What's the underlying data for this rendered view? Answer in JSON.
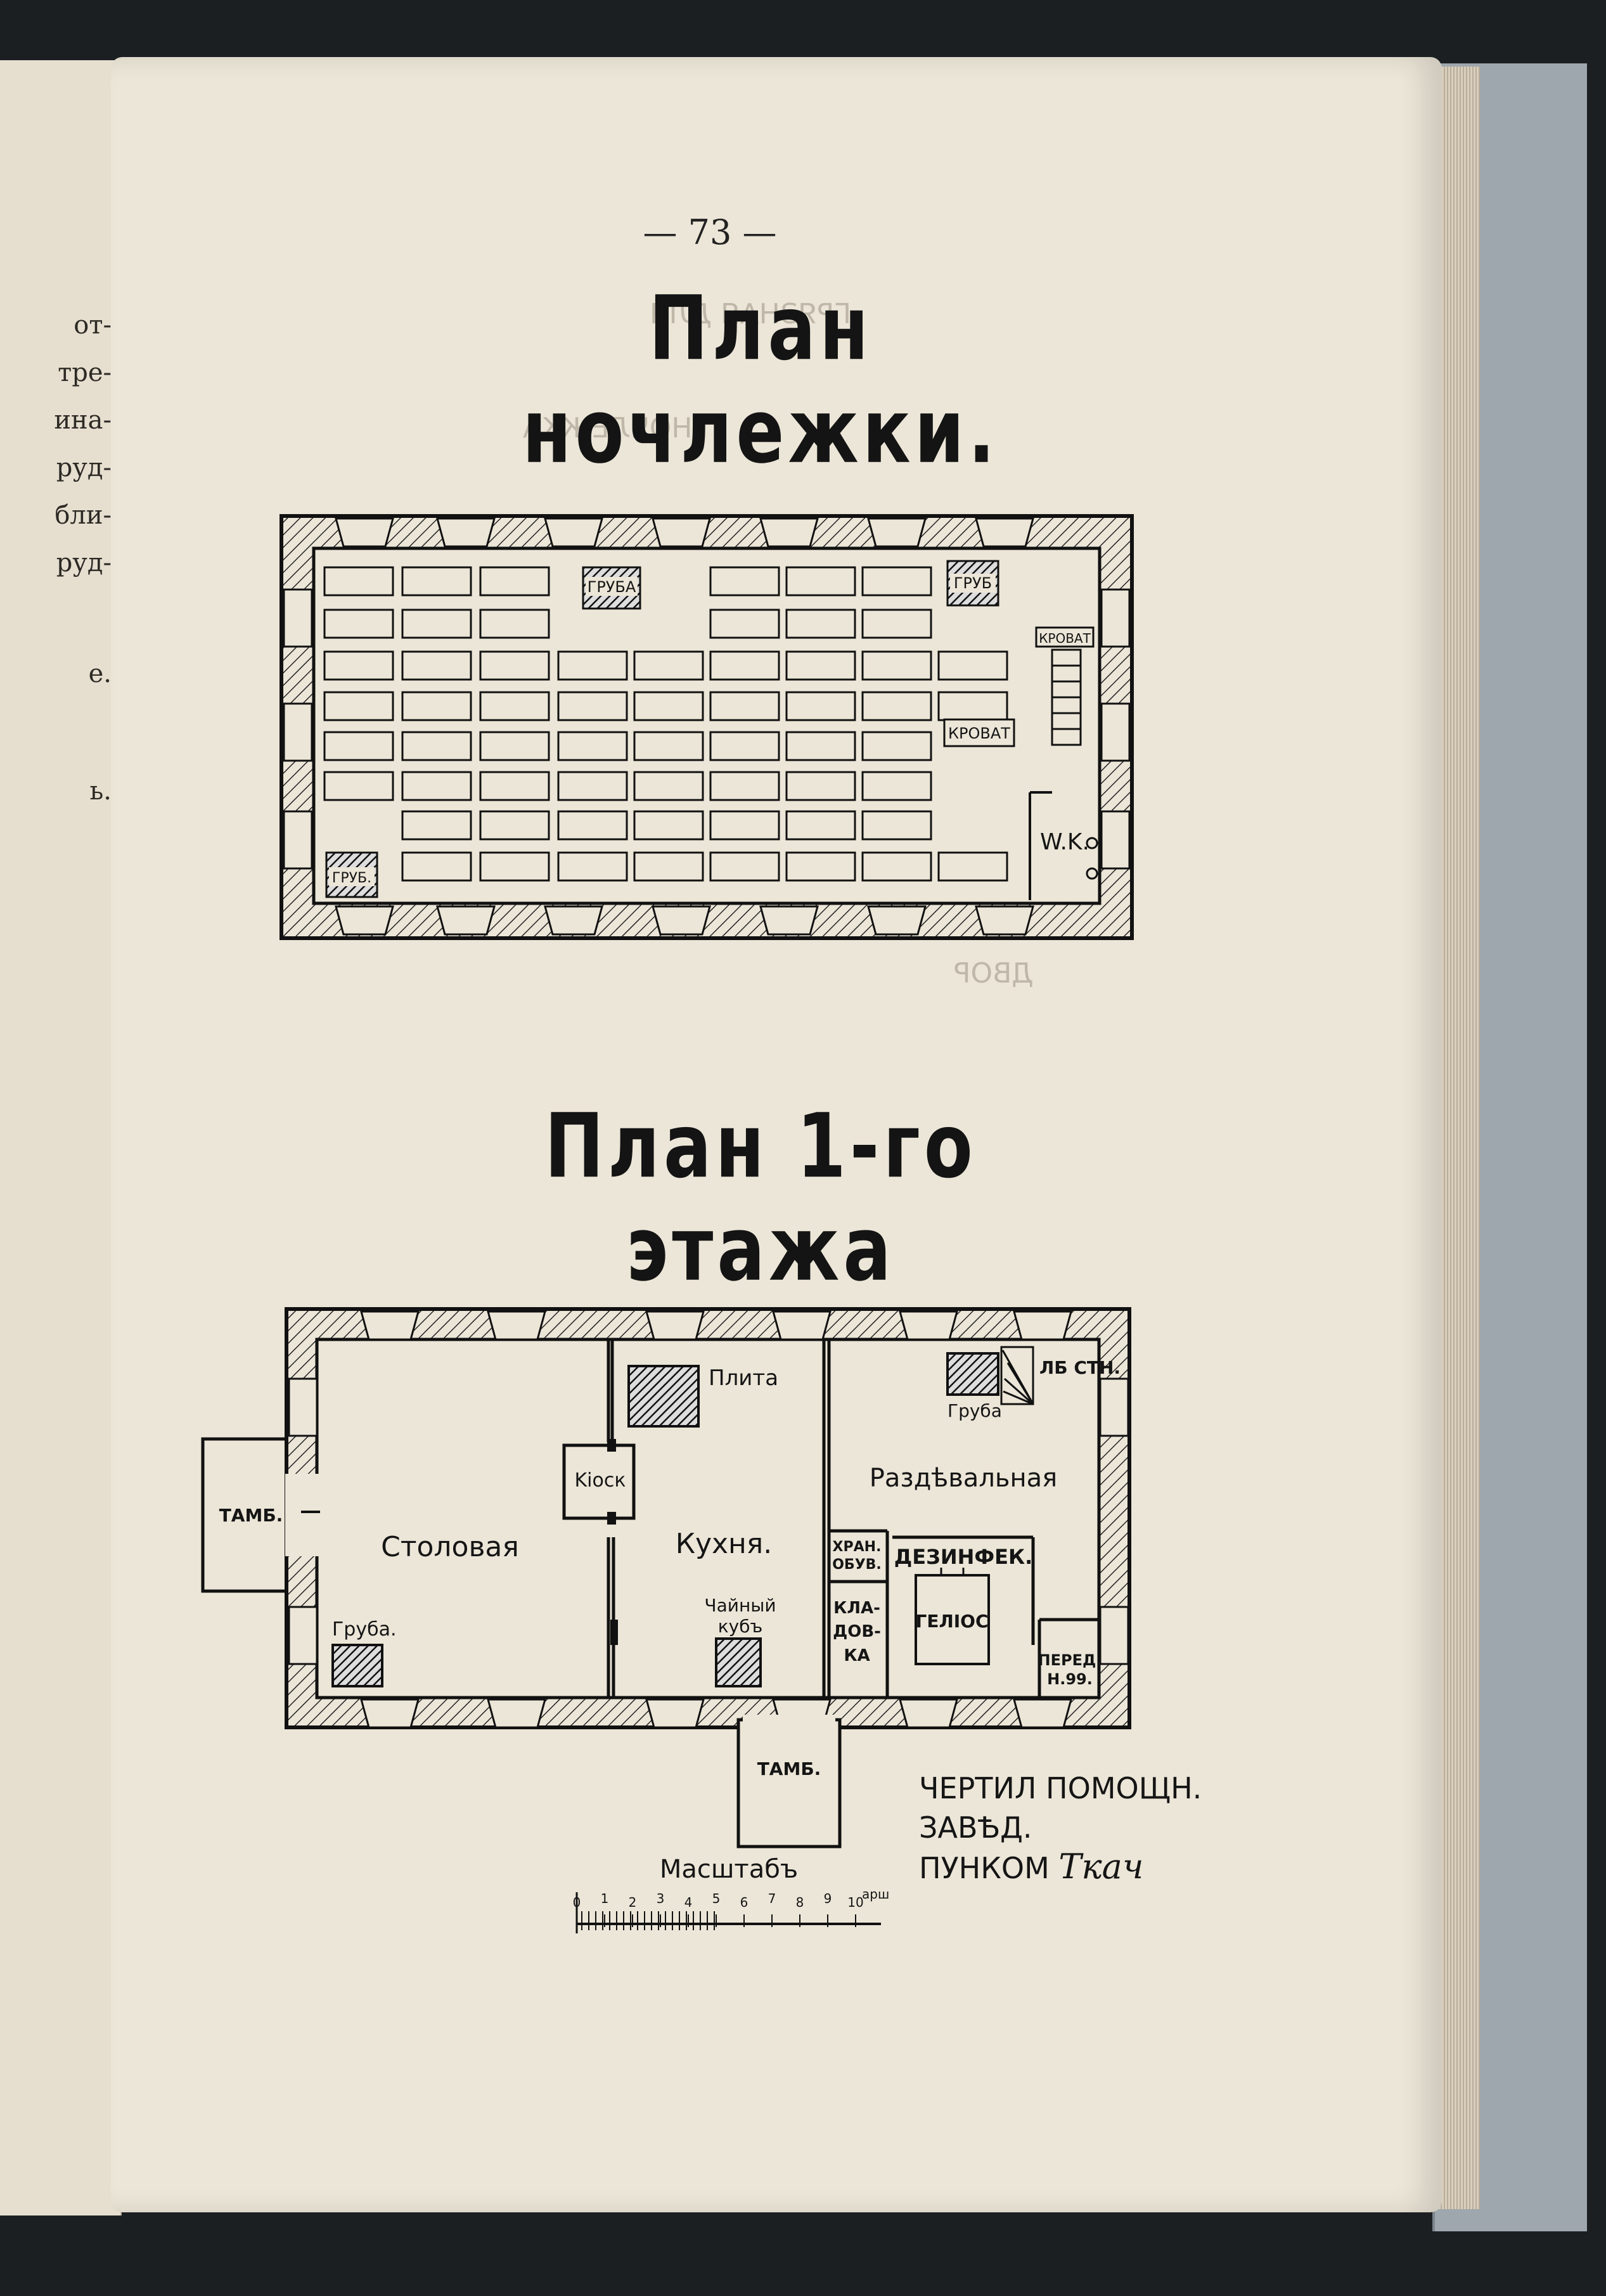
{
  "left_page": {
    "lines": [
      "от-",
      "тре-",
      "ина-",
      "руд-",
      "бли-",
      "руд-",
      "е.",
      "ь."
    ]
  },
  "page_number": "— 73 —",
  "plan1": {
    "title": "План ночлежки.",
    "labels": {
      "gruba_top": "ГРУБА",
      "gruba_right": "ГРУБ",
      "gruba_left": "ГРУБ.",
      "krovat_top": "КРОВАТ",
      "krovat_mid": "КРОВАТ",
      "wc": "W.K."
    }
  },
  "plan2": {
    "title": "План 1-го этажа",
    "labels": {
      "tamb_left": "ТАМБ.",
      "stolovaya": "Столовая",
      "gruba_left": "Груба.",
      "plita": "Плита",
      "kiosk": "Kiоск",
      "kuhnya": "Кухня.",
      "chainy_1": "Чайный",
      "chainy_2": "кубъ",
      "lb_stn": "ЛБ СТН.",
      "gruba_right": "Груба",
      "razdevalnaya": "Раздѣвальная",
      "hran_1": "ХРАН.",
      "hran_2": "ОБУВ.",
      "kladovka_1": "КЛА-",
      "kladovka_2": "ДОВ-",
      "kladovka_3": "КА",
      "dezinfek": "ДЕЗИНФЕК.",
      "gelios": "ГЕЛIOС",
      "pered_1": "ПЕРЕД.",
      "pered_2": "Н.99.",
      "tamb_bottom": "ТАМБ."
    }
  },
  "credit": {
    "line1": "ЧЕРТИЛ ПОМОЩН. ЗАВѢД.",
    "line2": "ПУНКОМ",
    "signature": "Ткач"
  },
  "scale": {
    "title": "Масштабъ",
    "ticks": [
      "0",
      "1",
      "2",
      "3",
      "4",
      "5",
      "6",
      "7",
      "8",
      "9",
      "10"
    ],
    "unit": "арш"
  },
  "ghost_text": [
    "ГРЯЗНАЯ ДЛЯ",
    "НОЧЛЕЖКА",
    "ДВОР"
  ]
}
